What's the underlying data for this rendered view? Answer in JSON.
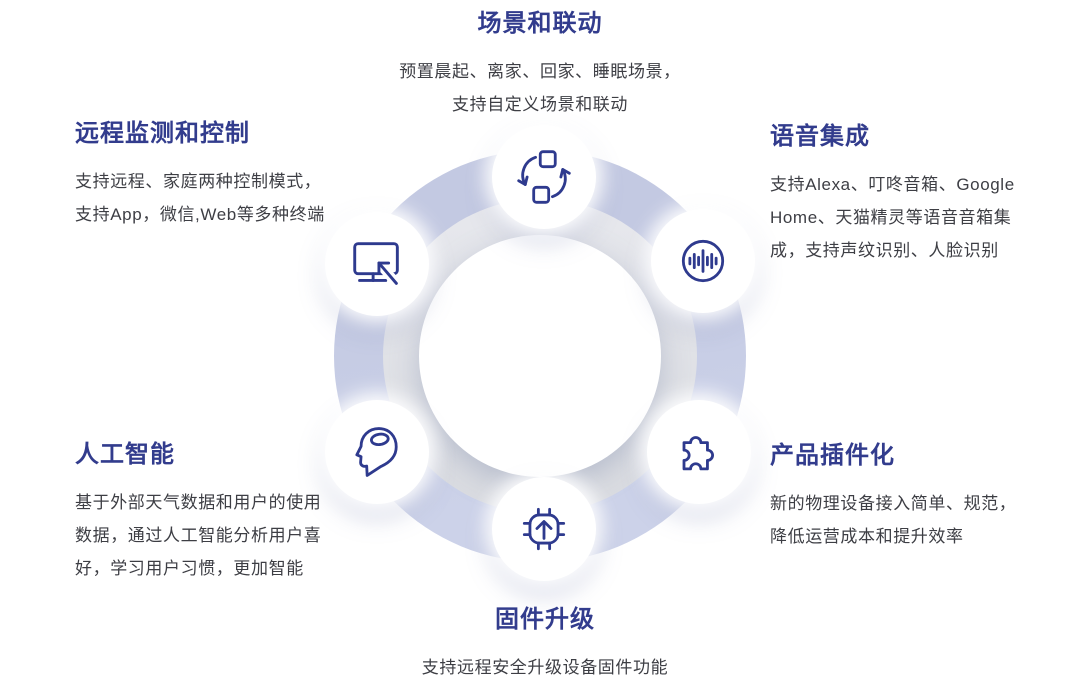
{
  "diagram": {
    "type": "circular-feature-ring",
    "node_count": 6
  },
  "colors": {
    "title_text": "#323c8d",
    "body_text": "#3d3e44",
    "icon_stroke": "#2e3a8e",
    "ring_outer_lavender": "#c6cce5",
    "ring_inner_gray": "#dfe1e6",
    "node_background": "#ffffff",
    "page_background": "#ffffff"
  },
  "features": [
    {
      "id": "scenes",
      "title": "场景和联动",
      "lines": [
        "预置晨起、离家、回家、睡眠场景，",
        "支持自定义场景和联动"
      ],
      "icon": "sync-squares-icon",
      "position": "top"
    },
    {
      "id": "remote",
      "title": "远程监测和控制",
      "lines": [
        "支持远程、家庭两种控制模式，",
        "支持App，微信,Web等多种终端"
      ],
      "icon": "monitor-arrow-icon",
      "position": "upper-left"
    },
    {
      "id": "voice",
      "title": "语音集成",
      "lines": [
        "支持Alexa、叮咚音箱、Google",
        "Home、天猫精灵等语音音箱集",
        "成，支持声纹识别、人脸识别"
      ],
      "icon": "voice-wave-icon",
      "position": "upper-right"
    },
    {
      "id": "ai",
      "title": "人工智能",
      "lines": [
        "基于外部天气数据和用户的使用",
        "数据，通过人工智能分析用户喜",
        "好，学习用户习惯，更加智能"
      ],
      "icon": "head-brain-icon",
      "position": "lower-left"
    },
    {
      "id": "plugin",
      "title": "产品插件化",
      "lines": [
        "新的物理设备接入简单、规范，",
        "降低运营成本和提升效率"
      ],
      "icon": "puzzle-icon",
      "position": "lower-right"
    },
    {
      "id": "firmware",
      "title": "固件升级",
      "lines": [
        "支持远程安全升级设备固件功能"
      ],
      "icon": "chip-upgrade-icon",
      "position": "bottom"
    }
  ]
}
